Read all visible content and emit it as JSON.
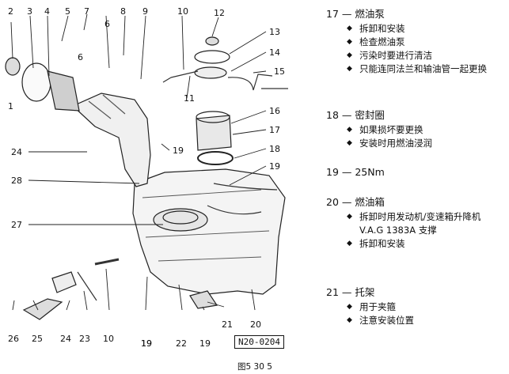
{
  "diagram": {
    "callouts": [
      "1",
      "2",
      "3",
      "4",
      "5",
      "6",
      "7",
      "8",
      "6",
      "9",
      "10",
      "11",
      "12",
      "13",
      "14",
      "15",
      "16",
      "17",
      "18",
      "19",
      "19",
      "24",
      "28",
      "27",
      "19",
      "26",
      "25",
      "24",
      "23",
      "10",
      "19",
      "22",
      "19",
      "21",
      "20"
    ],
    "figure_code": "N20-0204"
  },
  "legend": {
    "s17": {
      "head": "17 — 燃油泵",
      "items": [
        "拆卸和安装",
        "检查燃油泵",
        "污染时要进行清洁",
        "只能连同法兰和输油管一起更换"
      ]
    },
    "s18": {
      "head": "18 — 密封圈",
      "items": [
        "如果损坏要更换",
        "安装时用燃油浸润"
      ]
    },
    "s19": {
      "head": "19 — 25Nm"
    },
    "s20": {
      "head": "20 — 燃油箱",
      "items": [
        "拆卸时用发动机/变速箱升降机 V.A.G 1383A 支撑",
        "拆卸和安装"
      ]
    },
    "s21": {
      "head": "21 — 托架",
      "items": [
        "用于夹箍",
        "注意安装位置"
      ]
    }
  },
  "caption": "图5 30 5"
}
